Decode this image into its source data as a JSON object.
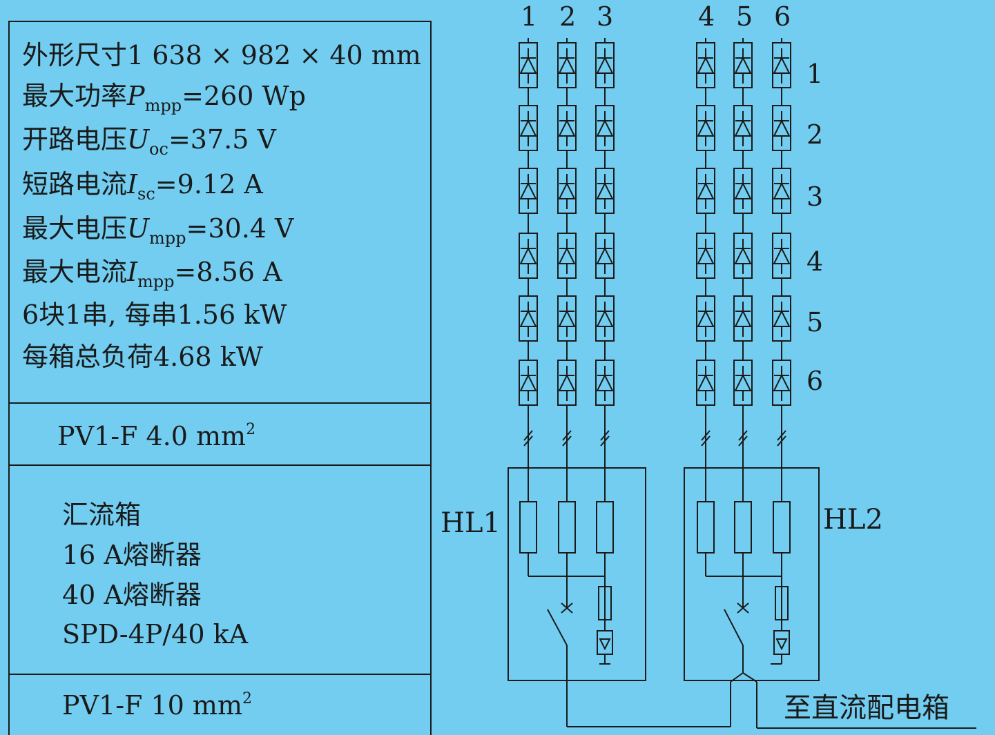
{
  "specs": [
    {
      "pre": "外形尺寸1 638 × 982 × 40 mm",
      "sym": "",
      "sub": "",
      "post": ""
    },
    {
      "pre": "最大功率",
      "sym": "P",
      "sub": "mpp",
      "post": "=260 Wp"
    },
    {
      "pre": "开路电压",
      "sym": "U",
      "sub": "oc",
      "post": "=37.5 V"
    },
    {
      "pre": "短路电流",
      "sym": "I",
      "sub": "sc",
      "post": "=9.12 A"
    },
    {
      "pre": "最大电压",
      "sym": "U",
      "sub": "mpp",
      "post": "=30.4 V"
    },
    {
      "pre": "最大电流",
      "sym": "I",
      "sub": "mpp",
      "post": "=8.56 A"
    },
    {
      "pre": "6块1串, 每串1.56 kW",
      "sym": "",
      "sub": "",
      "post": ""
    },
    {
      "pre": "每箱总负荷4.68 kW",
      "sym": "",
      "sub": "",
      "post": ""
    }
  ],
  "cable1": {
    "text": "PV1-F 4.0 mm",
    "sup": "2"
  },
  "combiner": [
    "汇流箱",
    "16 A熔断器",
    "40 A熔断器",
    "SPD-4P/40 kA"
  ],
  "cable2": {
    "text": "PV1-F 10 mm",
    "sup": "2"
  },
  "string_labels": [
    "1",
    "2",
    "3",
    "4",
    "5",
    "6"
  ],
  "module_labels": [
    "1",
    "2",
    "3",
    "4",
    "5",
    "6"
  ],
  "box_labels": [
    "HL1",
    "HL2"
  ],
  "output_label": "至直流配电箱",
  "colors": {
    "background": "#72cdf0",
    "line": "#1a1a1a"
  }
}
